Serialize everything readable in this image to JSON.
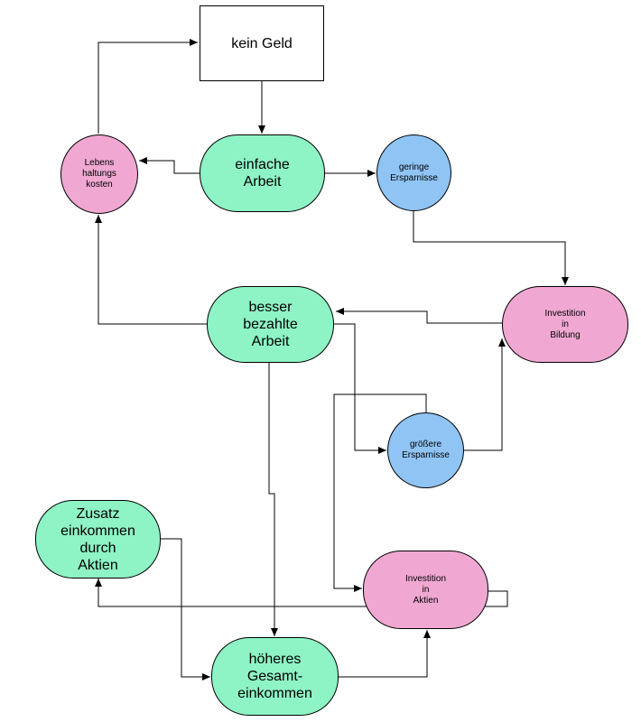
{
  "colors": {
    "green": "#8ef3c5",
    "pink": "#f0a8d2",
    "blue": "#8fc4f5",
    "white": "#ffffff",
    "line": "#000000"
  },
  "nodes": {
    "kein_geld": {
      "label": "kein Geld"
    },
    "einfache_arbeit": {
      "label": "einfache\nArbeit"
    },
    "lebenshaltungskosten": {
      "label": "Lebens\nhaltungs\nkosten"
    },
    "geringe_ersparnisse": {
      "label": "geringe\nErsparnisse"
    },
    "investition_bildung": {
      "label": "Investition\nin\nBildung"
    },
    "besser_bezahlte_arbeit": {
      "label": "besser\nbezahlte\nArbeit"
    },
    "groessere_ersparnisse": {
      "label": "größere\nErsparnisse"
    },
    "zusatzeinkommen_aktien": {
      "label": "Zusatz\neinkommen\ndurch\nAktien"
    },
    "investition_aktien": {
      "label": "Investition\nin\nAktien"
    },
    "hoeheres_gesamteinkommen": {
      "label": "höheres\nGesamt-\neinkommen"
    }
  }
}
